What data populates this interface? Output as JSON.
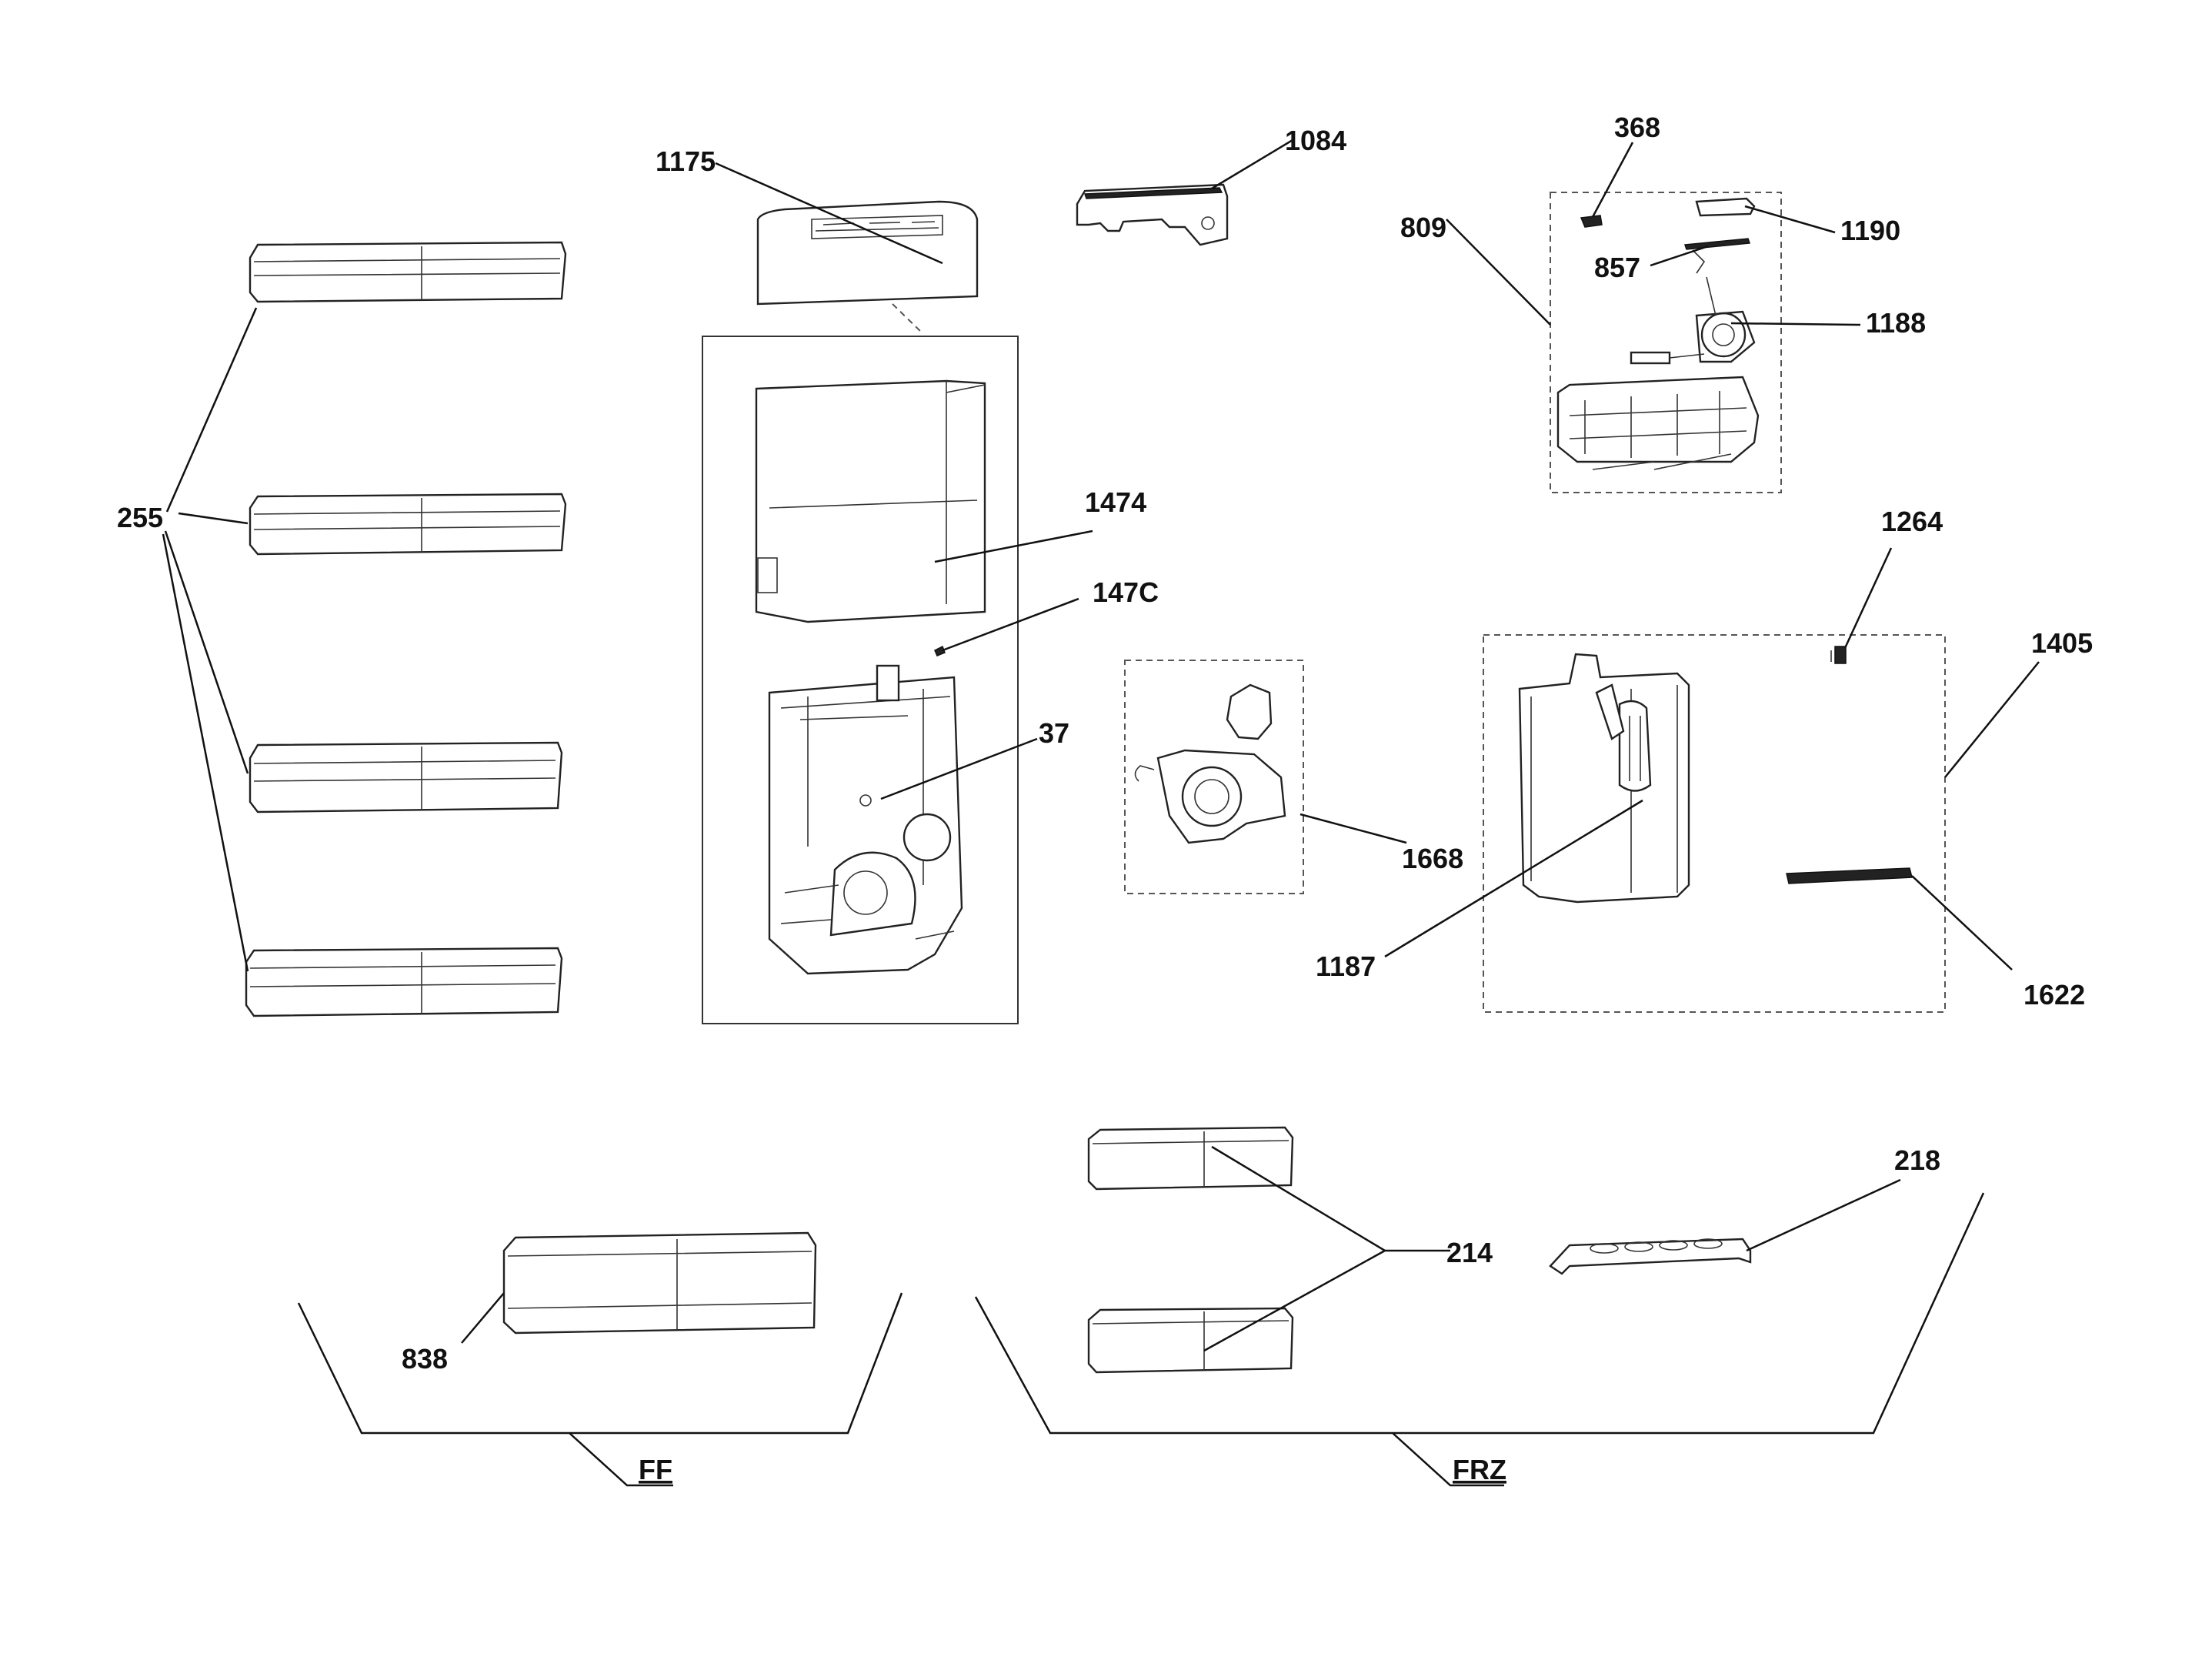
{
  "labels": {
    "l255": "255",
    "l1175": "1175",
    "l1084": "1084",
    "l368": "368",
    "l809": "809",
    "l1190": "1190",
    "l857": "857",
    "l1188": "1188",
    "l1474": "1474",
    "l147c": "147C",
    "l37": "37",
    "l1264": "1264",
    "l1405": "1405",
    "l1668": "1668",
    "l1187": "1187",
    "l1622": "1622",
    "l218": "218",
    "l214": "214",
    "l838": "838",
    "lff": "FF",
    "lfrz": "FRZ"
  }
}
